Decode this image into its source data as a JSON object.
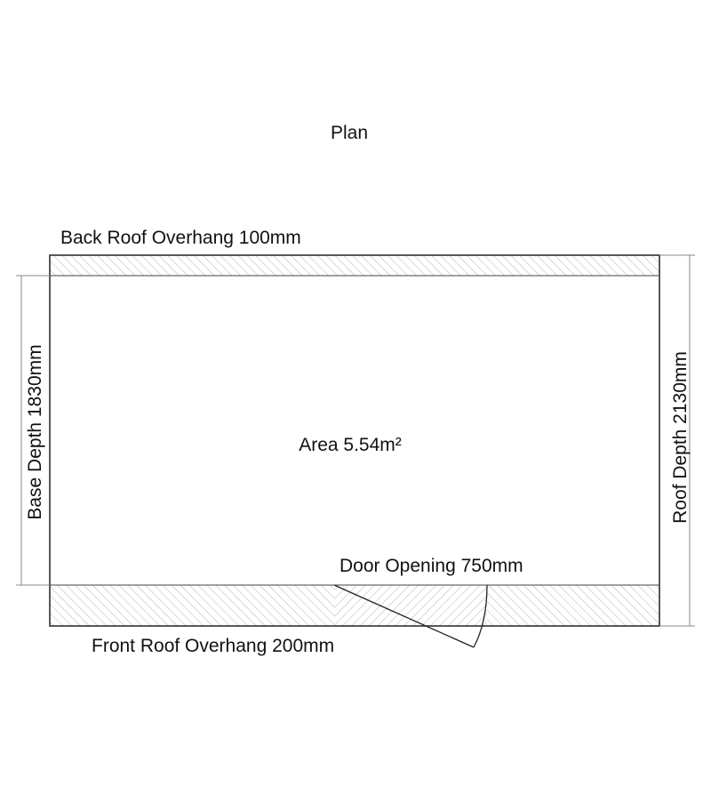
{
  "title": "Plan",
  "labels": {
    "back_overhang": "Back Roof Overhang 100mm",
    "front_overhang": "Front Roof Overhang 200mm",
    "base_depth": "Base Depth 1830mm",
    "roof_depth": "Roof Depth 2130mm",
    "area": "Area 5.54m²",
    "door_opening": "Door Opening 750mm"
  },
  "colors": {
    "line": "#222222",
    "hatch": "#b0b0b0",
    "dim": "#888888"
  }
}
